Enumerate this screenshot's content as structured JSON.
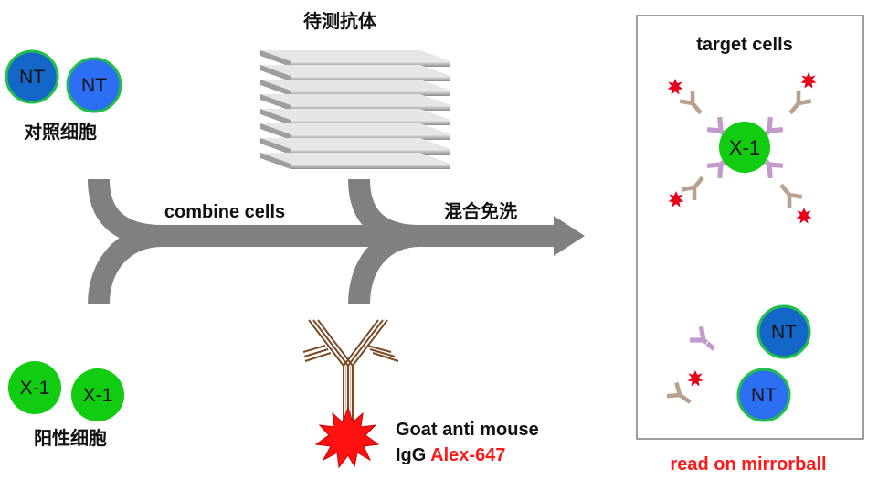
{
  "control_cells": {
    "cells": [
      {
        "label": "NT",
        "fill": "#1467c8"
      },
      {
        "label": "NT",
        "fill": "#2d6ff2"
      }
    ],
    "caption": "对照细胞"
  },
  "positive_cells": {
    "cells": [
      {
        "label": "X-1",
        "fill": "#11cc11"
      },
      {
        "label": "X-1",
        "fill": "#11cc11"
      }
    ],
    "caption": "阳性细胞"
  },
  "test_antibody": {
    "label": "待测抗体"
  },
  "flow": {
    "step1_label": "combine cells",
    "step2_label": "混合免洗",
    "arrow_color": "#808080"
  },
  "secondary_antibody": {
    "line1": "Goat anti mouse",
    "line2_prefix": "IgG ",
    "line2_highlight": "Alex-647",
    "highlight_color": "#ff1a1a"
  },
  "result_panel": {
    "title": "target cells",
    "center_cell": {
      "label": "X-1",
      "fill": "#11cc11"
    },
    "bystander_cells": [
      {
        "label": "NT",
        "fill": "#1467c8"
      },
      {
        "label": "NT",
        "fill": "#2d6ff2"
      }
    ],
    "footer": "read on mirrorball",
    "footer_color": "#ff1a1a"
  },
  "colors": {
    "cell_stroke": "#22c04a",
    "primary_antibody": "#c29acb",
    "secondary_antibody": "#b8a28f",
    "fluor": "#e8001a"
  }
}
